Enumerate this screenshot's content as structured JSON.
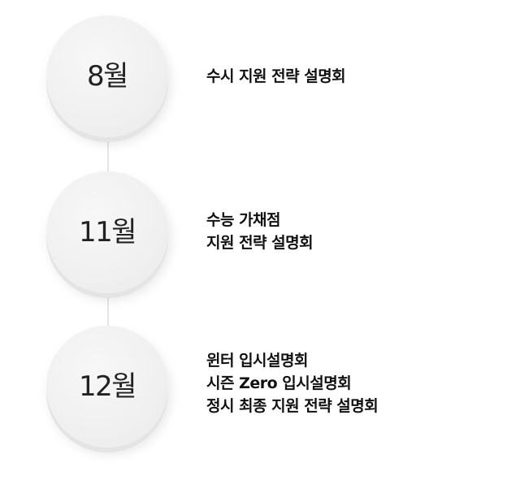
{
  "timeline": {
    "items": [
      {
        "month": "8월",
        "lines": [
          "수시 지원 전략 설명회"
        ]
      },
      {
        "month": "11월",
        "lines": [
          "수능 가채점",
          "지원 전략 설명회"
        ]
      },
      {
        "month": "12월",
        "lines": [
          "윈터 입시설명회",
          "시즌 Zero 입시설명회",
          "정시 최종 지원 전략 설명회"
        ]
      }
    ]
  }
}
